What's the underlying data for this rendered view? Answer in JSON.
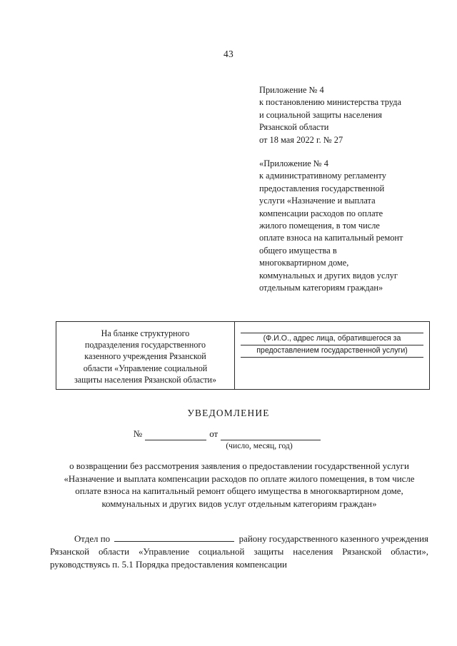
{
  "document": {
    "page_number": "43",
    "title": "УВЕДОМЛЕНИЕ"
  },
  "appendix_ref": {
    "lines": [
      "Приложение № 4",
      "к постановлению министерства труда",
      "и социальной защиты населения",
      "Рязанской области",
      "от 18 мая 2022 г. № 27"
    ]
  },
  "regulation_ref": {
    "lines": [
      "«Приложение № 4",
      "к административному регламенту",
      "предоставления государственной",
      "услуги «Назначение и выплата",
      "компенсации расходов по оплате",
      "жилого помещения, в том числе",
      "оплате взноса на капитальный ремонт",
      "общего имущества в",
      "многоквартирном доме,",
      "коммунальных и других видов услуг",
      "отдельным категориям граждан»"
    ]
  },
  "letterhead_table": {
    "left_cell": {
      "lines": [
        "На бланке структурного",
        "подразделения государственного",
        "казенного учреждения Рязанской",
        "области «Управление социальной",
        "защиты населения Рязанской области»"
      ]
    },
    "right_cell": {
      "caption_line_1": "(Ф.И.О., адрес лица, обратившегося за",
      "caption_line_2": "предоставлением государственной услуги)"
    }
  },
  "number_date_line": {
    "number_label": "№",
    "from_label": "от",
    "date_caption": "(число, месяц, год)"
  },
  "subject_paragraph": {
    "text": "о возвращении без рассмотрения заявления о предоставлении государственной услуги «Назначение и выплата компенсации расходов по оплате жилого помещения, в том числе оплате взноса на капитальный ремонт общего имущества в многоквартирном доме, коммунальных и других видов услуг отдельным категориям граждан»"
  },
  "department_paragraph": {
    "prefix": "Отдел по",
    "suffix": "району государственного казенного учреждения Рязанской области «Управление социальной защиты населения Рязанской области», руководствуясь п. 5.1  Порядка предоставления компенсации"
  },
  "colors": {
    "page_background": "#ffffff",
    "text": "#1a1a1a",
    "rule": "#2b2b2b"
  }
}
